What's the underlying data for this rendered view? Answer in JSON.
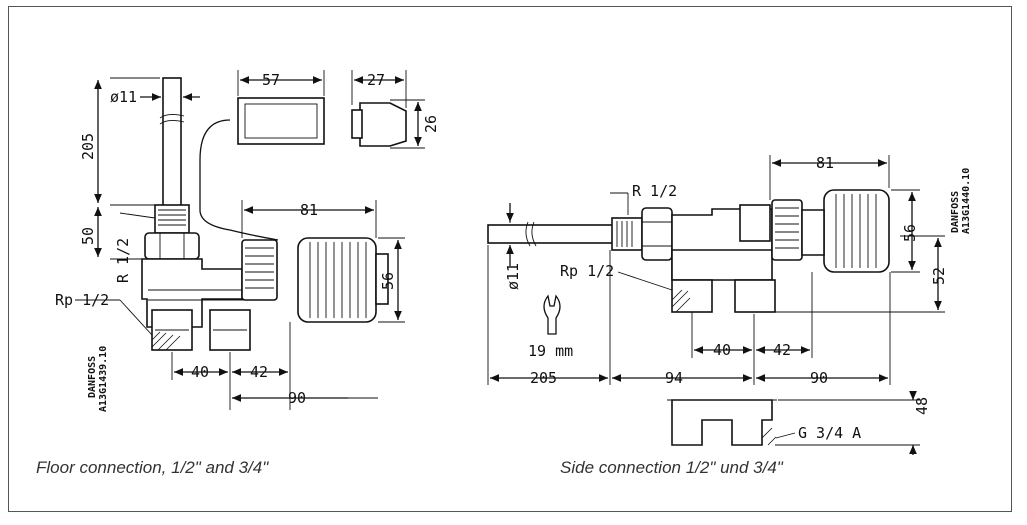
{
  "captions": {
    "left": "Floor connection, 1/2\" and  3/4\"",
    "right": "Side connection 1/2\" und  3/4\""
  },
  "left": {
    "dia": "ø11",
    "d205": "205",
    "d50": "50",
    "thread_r": "R  1/2",
    "thread_rp": "Rp  1/2",
    "d57": "57",
    "d27": "27",
    "d26": "26",
    "d81": "81",
    "d56": "56",
    "d40": "40",
    "d42": "42",
    "d90": "90",
    "code1": "DANFOSS",
    "code2": "A13G1439.10"
  },
  "right": {
    "thread_r": "R  1/2",
    "thread_rp": "Rp  1/2",
    "dia": "ø11",
    "wrench": "19  mm",
    "d81": "81",
    "d56": "56",
    "d52": "52",
    "d40": "40",
    "d42": "42",
    "d205": "205",
    "d94": "94",
    "d90": "90",
    "d48": "48",
    "g34": "G  3/4  A",
    "code1": "DANFOSS",
    "code2": "A13G1440.10"
  }
}
